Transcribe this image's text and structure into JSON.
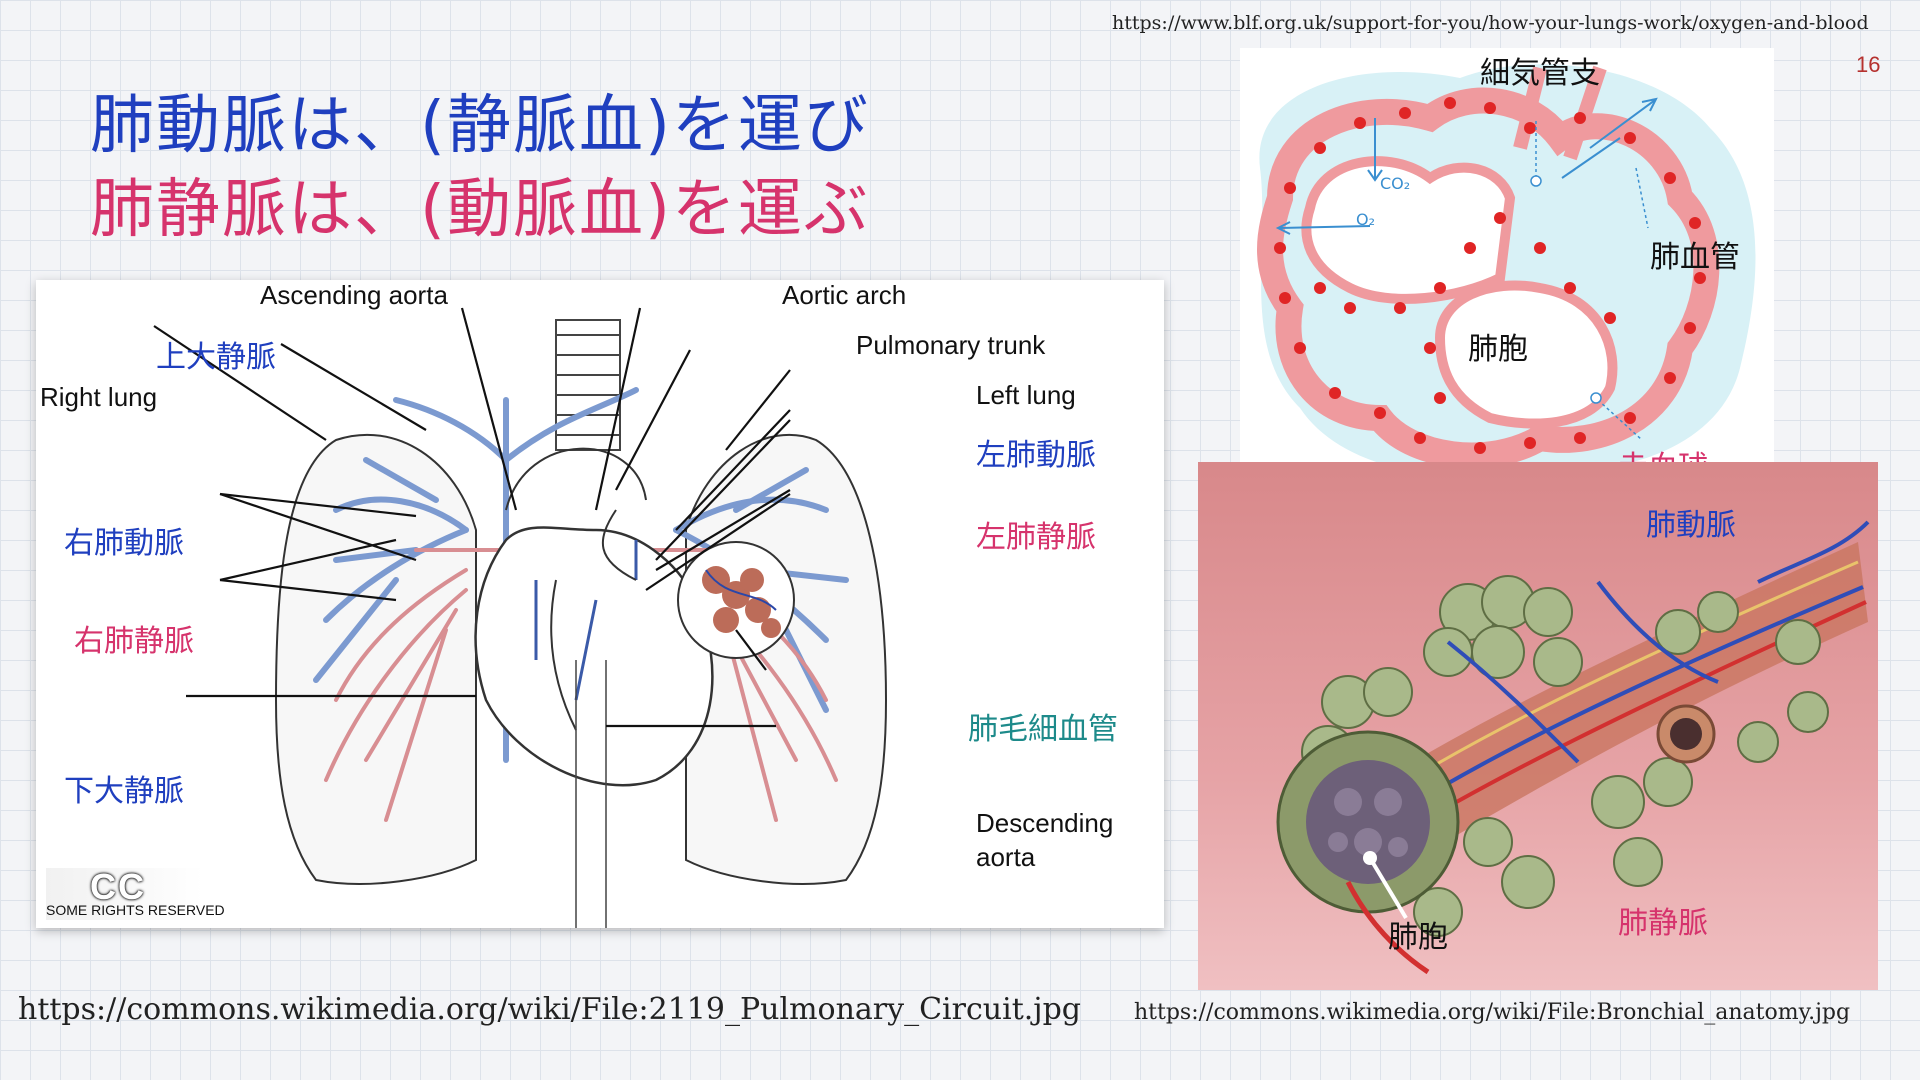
{
  "page_number": "16",
  "urls": {
    "top_right": "https://www.blf.org.uk/support-for-you/how-your-lungs-work/oxygen-and-blood",
    "bottom_left": "https://commons.wikimedia.org/wiki/File:2119_Pulmonary_Circuit.jpg",
    "bottom_right": "https://commons.wikimedia.org/wiki/File:Bronchial_anatomy.jpg"
  },
  "title": {
    "line1": "肺動脈は、(静脈血)を運び",
    "line2": "肺静脈は、(動脈血)を運ぶ"
  },
  "colors": {
    "blue_text": "#1f3fbf",
    "pink_text": "#d6336c",
    "teal_text": "#1d8a8a",
    "vein_blue": "#6f8fc7",
    "artery_red": "#d9878a",
    "cell_red": "#e02525"
  },
  "diagram_left": {
    "labels": {
      "ascending_aorta": "Ascending aorta",
      "aortic_arch": "Aortic arch",
      "pulmonary_trunk": "Pulmonary trunk",
      "right_lung": "Right lung",
      "left_lung": "Left lung",
      "superior_vena_cava": "上大静脈",
      "left_pulmonary_artery": "左肺動脈",
      "left_pulmonary_vein": "左肺静脈",
      "right_pulmonary_artery": "右肺動脈",
      "right_pulmonary_vein": "右肺静脈",
      "pulmonary_capillaries": "肺毛細血管",
      "inferior_vena_cava": "下大静脈",
      "descending_aorta_1": "Descending",
      "descending_aorta_2": "aorta"
    },
    "license": {
      "badge": "cc",
      "text": "SOME RIGHTS RESERVED"
    }
  },
  "diagram_top_right": {
    "labels": {
      "bronchiole": "細気管支",
      "pulmonary_vessel": "肺血管",
      "alveolus": "肺胞",
      "red_blood_cell": "赤血球",
      "co2": "CO₂",
      "o2": "O₂"
    }
  },
  "diagram_bottom_right": {
    "labels": {
      "pulmonary_artery": "肺動脈",
      "pulmonary_vein": "肺静脈",
      "alveolus": "肺胞"
    }
  }
}
